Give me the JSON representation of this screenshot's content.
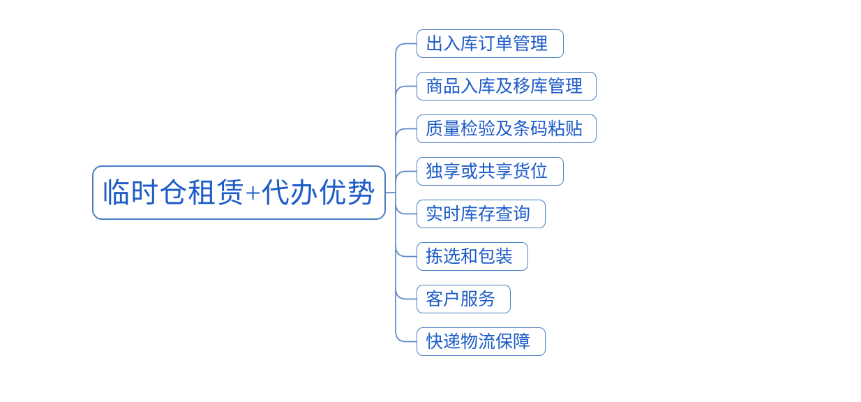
{
  "diagram": {
    "type": "mindmap",
    "root": {
      "label": "临时仓租赁+代办优势"
    },
    "children": [
      {
        "label": "出入库订单管理"
      },
      {
        "label": "商品入库及移库管理"
      },
      {
        "label": "质量检验及条码粘贴"
      },
      {
        "label": "独享或共享货位"
      },
      {
        "label": "实时库存查询"
      },
      {
        "label": "拣选和包装"
      },
      {
        "label": "客户服务"
      },
      {
        "label": "快递物流保障"
      }
    ],
    "colors": {
      "node_border": "#4a7ec2",
      "node_text": "#1c5bc8",
      "connector_line": "#5e87c8",
      "background": "#ffffff"
    }
  }
}
